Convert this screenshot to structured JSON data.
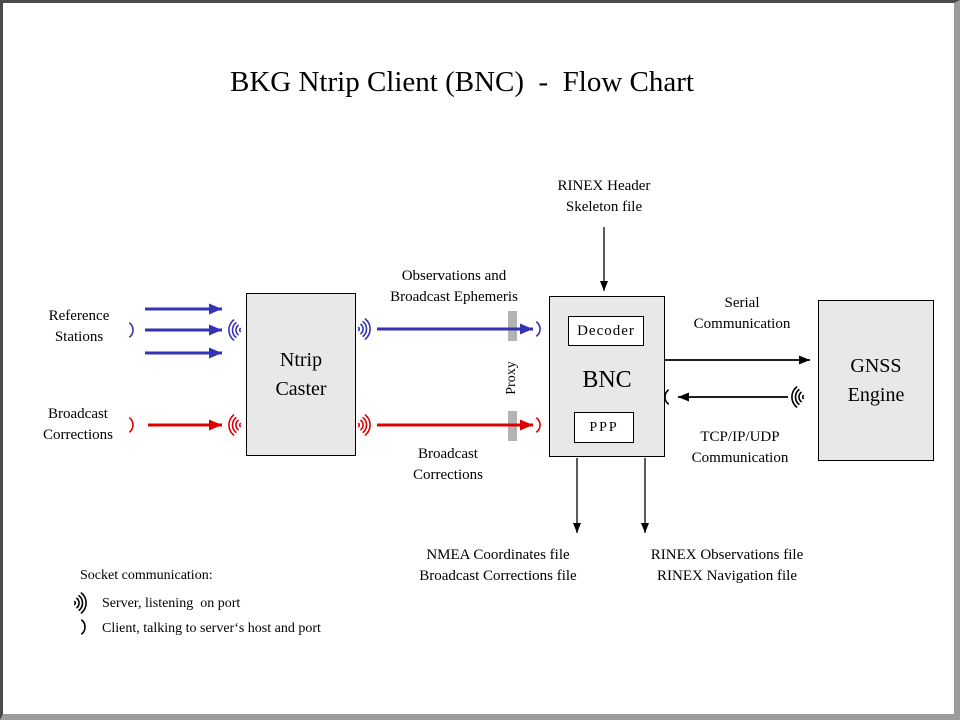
{
  "title": "BKG Ntrip Client (BNC)  -  Flow Chart",
  "colors": {
    "blue": "#3333B3",
    "red": "#DD0000",
    "black": "#000000",
    "box_fill": "#E8E8E8",
    "proxy_bar": "#B3B3B3",
    "frame_dark": "#4A4A4A",
    "frame_light": "#9B9B9B"
  },
  "nodes": {
    "ntrip_caster": "Ntrip\nCaster",
    "bnc": "BNC",
    "decoder": "Decoder",
    "ppp": "PPP",
    "gnss_engine": "GNSS\nEngine"
  },
  "labels": {
    "reference_stations": "Reference\nStations",
    "broadcast_corrections_input": "Broadcast\nCorrections",
    "observations_ephemeris": "Observations and\nBroadcast Ephemeris",
    "broadcast_corrections_stream": "Broadcast\nCorrections",
    "proxy": "Proxy",
    "rinex_header": "RINEX Header\nSkeleton file",
    "serial_communication": "Serial\nCommunication",
    "tcp_communication": "TCP/IP/UDP\nCommunication",
    "nmea_outputs": "NMEA Coordinates file\nBroadcast Corrections file",
    "rinex_outputs": "RINEX Observations file\nRINEX Navigation file"
  },
  "legend": {
    "title": "Socket communication:",
    "server": "Server, listening  on port",
    "client": "Client, talking to server‘s host and port"
  },
  "icons": {
    "server_socket": "server-socket-icon",
    "client_socket": "client-socket-icon"
  }
}
